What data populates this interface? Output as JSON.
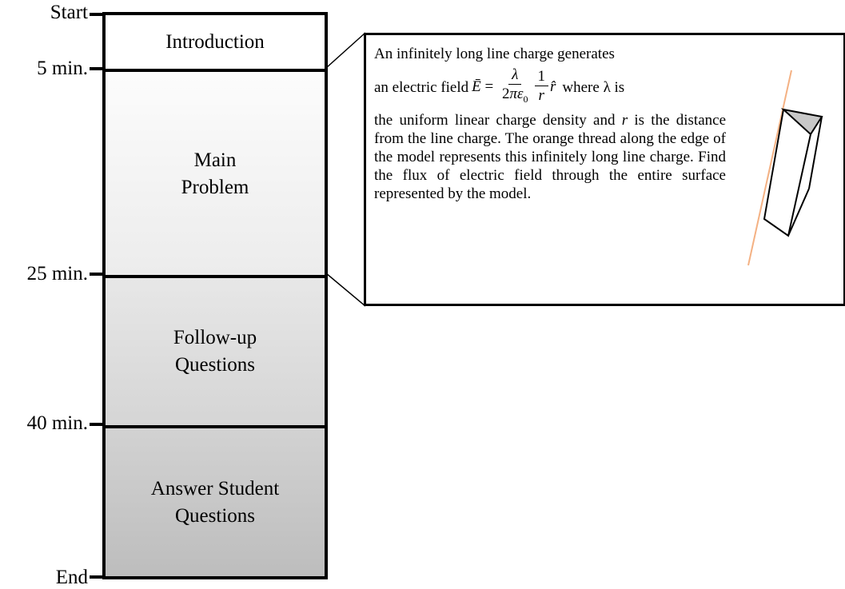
{
  "timeline": {
    "marks": [
      {
        "label": "Start"
      },
      {
        "label": "5 min."
      },
      {
        "label": "25 min."
      },
      {
        "label": "40 min."
      },
      {
        "label": "End"
      }
    ],
    "segments": [
      {
        "label": "Introduction"
      },
      {
        "label_line1": "Main",
        "label_line2": "Problem"
      },
      {
        "label_line1": "Follow-up",
        "label_line2": "Questions"
      },
      {
        "label_line1": "Answer Student",
        "label_line2": "Questions"
      }
    ]
  },
  "callout": {
    "line1": "An infinitely long line charge generates",
    "formula_prefix": "an electric field",
    "formula_suffix": "where λ is",
    "body": "the uniform linear charge density and",
    "body_var": "r",
    "body_rest": "is the distance from the line charge.  The orange thread along the edge of the model represents this infinitely long line charge. Find the flux of electric field through the entire surface represented by the model."
  },
  "colors": {
    "thread": "#F4B183",
    "introduction_fill": "#ffffff",
    "main_fill_top": "#fbfbfb",
    "main_fill_bottom": "#ececec",
    "followup_fill_top": "#e6e6e6",
    "followup_fill_bottom": "#d4d4d4",
    "answer_fill_top": "#d0d0d0",
    "answer_fill_bottom": "#bcbcbc",
    "prism_top": "#c8c8c8"
  }
}
